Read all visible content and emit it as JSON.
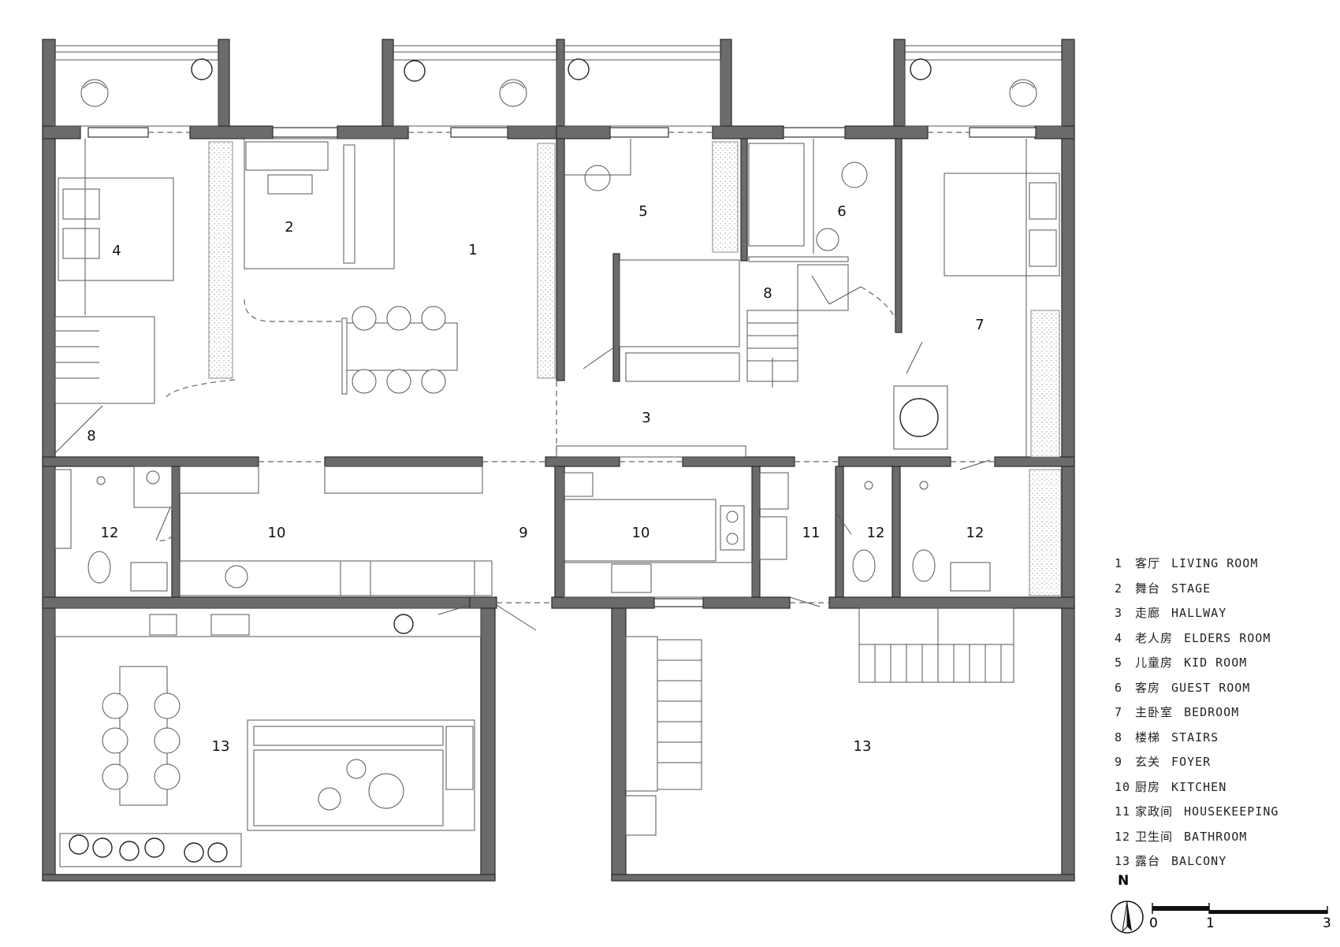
{
  "rooms": [
    {
      "num": "1"
    },
    {
      "num": "2"
    },
    {
      "num": "3"
    },
    {
      "num": "4"
    },
    {
      "num": "5"
    },
    {
      "num": "6"
    },
    {
      "num": "7"
    },
    {
      "num": "8"
    },
    {
      "num": "8"
    },
    {
      "num": "9"
    },
    {
      "num": "10"
    },
    {
      "num": "10"
    },
    {
      "num": "11"
    },
    {
      "num": "12"
    },
    {
      "num": "12"
    },
    {
      "num": "12"
    },
    {
      "num": "13"
    },
    {
      "num": "13"
    }
  ],
  "legend": [
    {
      "num": "1",
      "zh": "客厅",
      "en": "LIVING ROOM"
    },
    {
      "num": "2",
      "zh": "舞台",
      "en": "STAGE"
    },
    {
      "num": "3",
      "zh": "走廊",
      "en": "HALLWAY"
    },
    {
      "num": "4",
      "zh": "老人房",
      "en": "ELDERS ROOM"
    },
    {
      "num": "5",
      "zh": "儿童房",
      "en": "KID ROOM"
    },
    {
      "num": "6",
      "zh": "客房",
      "en": "GUEST ROOM"
    },
    {
      "num": "7",
      "zh": "主卧室",
      "en": "BEDROOM"
    },
    {
      "num": "8",
      "zh": "楼梯",
      "en": "STAIRS"
    },
    {
      "num": "9",
      "zh": "玄关",
      "en": "FOYER"
    },
    {
      "num": "10",
      "zh": "厨房",
      "en": "KITCHEN"
    },
    {
      "num": "11",
      "zh": "家政间",
      "en": "HOUSEKEEPING"
    },
    {
      "num": "12",
      "zh": "卫生间",
      "en": "BATHROOM"
    },
    {
      "num": "13",
      "zh": "露台",
      "en": "BALCONY"
    }
  ],
  "north": {
    "label": "N",
    "icon": "north-arrow-icon"
  },
  "scale": {
    "labels": [
      "0",
      "1",
      "3"
    ],
    "icon": "scale-bar-icon"
  }
}
